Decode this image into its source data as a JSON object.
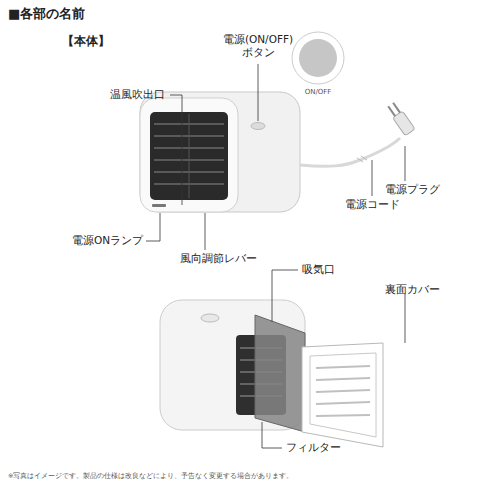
{
  "diagram": {
    "title": "■各部の名前",
    "caption": "※写真はイメージです。製品の仕様は改良などにより、予告なく変更する場合があります。",
    "labels": [
      "【本体】",
      "温風吹出口",
      "電源(ON/OFF)ボタン",
      "ON/OFF",
      "電源プラグ",
      "電源コード",
      "電源ONランプ",
      "風向調節レバー",
      "吸気口",
      "裏面カバー",
      "フィルター"
    ]
  }
}
